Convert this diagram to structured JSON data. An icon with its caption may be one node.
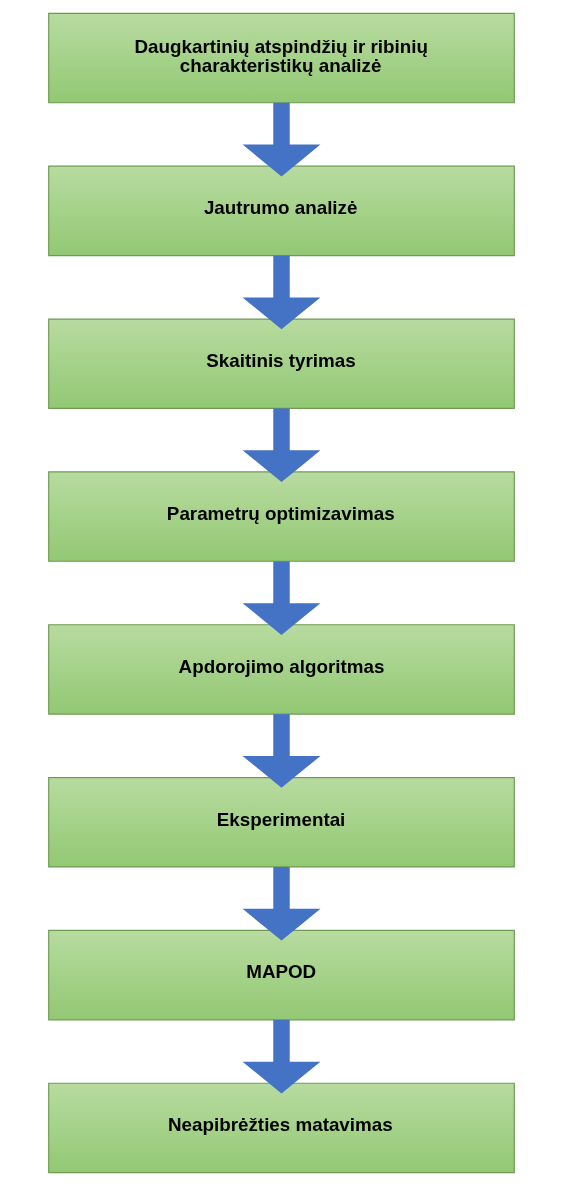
{
  "diagram": {
    "nodes": [
      {
        "text": [
          "Daugkartinių atspindžių ir ribinių charakteristikų analizė"
        ]
      },
      {
        "text": [
          "Jautrumo analizė"
        ]
      },
      {
        "text": [
          "Skaitinis tyrimas"
        ]
      },
      {
        "text": [
          "Parametrų optimizavimas"
        ]
      },
      {
        "text": [
          "Apdorojimo algoritmas"
        ]
      },
      {
        "text": [
          "Eksperimentai"
        ]
      },
      {
        "text": [
          "MAPOD"
        ]
      },
      {
        "text": [
          "Neapibrėžties matavimas"
        ]
      }
    ],
    "edges": [
      {
        "from": 0,
        "to": 1,
        "arrow": "to"
      },
      {
        "from": 1,
        "to": 2,
        "arrow": "to"
      },
      {
        "from": 2,
        "to": 3,
        "arrow": "to"
      },
      {
        "from": 3,
        "to": 4,
        "arrow": "to"
      },
      {
        "from": 4,
        "to": 5,
        "arrow": "to"
      },
      {
        "from": 5,
        "to": 6,
        "arrow": "to"
      },
      {
        "from": 6,
        "to": 7,
        "arrow": "to"
      }
    ]
  }
}
